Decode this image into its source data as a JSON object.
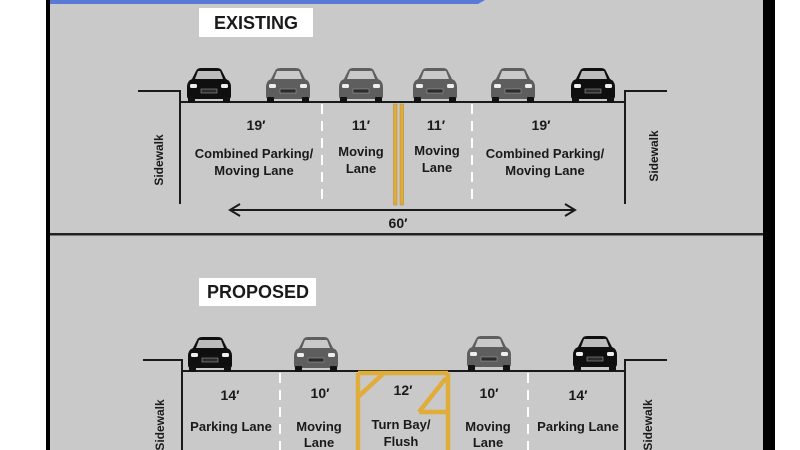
{
  "colors": {
    "background": "#c9c9c9",
    "frame": "#000000",
    "divider": "#222222",
    "yellow_marking": "#e0ad3a",
    "white_marking": "#ffffff",
    "top_accent": "#5a79d6",
    "car_black": "#0f0f0f",
    "car_gray": "#5e5e5e"
  },
  "existing": {
    "title": "EXISTING",
    "sidewalk_left": "Sidewalk",
    "sidewalk_right": "Sidewalk",
    "lanes": [
      {
        "width": "19′",
        "line1": "Combined Parking/",
        "line2": "Moving Lane"
      },
      {
        "width": "11′",
        "line1": "Moving",
        "line2": "Lane"
      },
      {
        "width": "11′",
        "line1": "Moving",
        "line2": "Lane"
      },
      {
        "width": "19′",
        "line1": "Combined Parking/",
        "line2": "Moving Lane"
      }
    ],
    "total_width": "60′"
  },
  "proposed": {
    "title": "PROPOSED",
    "sidewalk_left": "Sidewalk",
    "sidewalk_right": "Sidewalk",
    "lanes": [
      {
        "width": "14′",
        "line1": "Parking Lane",
        "line2": ""
      },
      {
        "width": "10′",
        "line1": "Moving",
        "line2": "Lane"
      },
      {
        "width": "12′",
        "line1": "Turn Bay/",
        "line2": "Flush"
      },
      {
        "width": "10′",
        "line1": "Moving",
        "line2": "Lane"
      },
      {
        "width": "14′",
        "line1": "Parking Lane",
        "line2": ""
      }
    ]
  },
  "cars": {
    "existing": [
      "car_black",
      "car_gray",
      "car_gray",
      "car_gray",
      "car_gray",
      "car_black"
    ],
    "proposed": [
      "car_black",
      "car_gray",
      "car_gray",
      "car_black"
    ]
  }
}
